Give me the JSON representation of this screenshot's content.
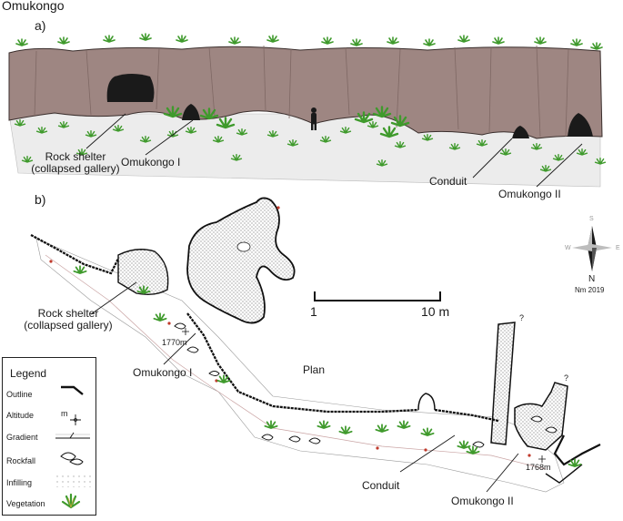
{
  "title": "Omukongo",
  "panel_a": {
    "label": "a)",
    "annotations": {
      "rock_shelter": [
        "Rock shelter",
        "(collapsed gallery)"
      ],
      "omukongo_i": "Omukongo I",
      "conduit": "Conduit",
      "omukongo_ii": "Omukongo II"
    },
    "colors": {
      "rock": "#9e8682",
      "ground": "#ececec",
      "vegetation": "#3f9a2c"
    }
  },
  "panel_b": {
    "label": "b)",
    "annotations": {
      "rock_shelter": [
        "Rock shelter",
        "(collapsed gallery)"
      ],
      "omukongo_i": "Omukongo I",
      "conduit": "Conduit",
      "omukongo_ii": "Omukongo II",
      "plan": "Plan",
      "altitude_1": "1770m",
      "altitude_2": "1768m",
      "question_1": "?",
      "question_2": "?"
    },
    "scale_bar": {
      "start": "1",
      "end": "10 m"
    },
    "north_arrow": {
      "letter_n": "N",
      "letter_s": "S",
      "letter_w": "W",
      "letter_e": "E",
      "credit": "Nm 2019"
    }
  },
  "legend": {
    "title": "Legend",
    "items": [
      {
        "label": "Outline",
        "icon": "outline-icon"
      },
      {
        "label": "Altitude",
        "unit": "m",
        "icon": "altitude-icon"
      },
      {
        "label": "Gradient",
        "icon": "gradient-icon"
      },
      {
        "label": "Rockfall",
        "icon": "rockfall-icon"
      },
      {
        "label": "Infilling",
        "icon": "infilling-icon"
      },
      {
        "label": "Vegetation",
        "icon": "vegetation-icon"
      }
    ]
  }
}
